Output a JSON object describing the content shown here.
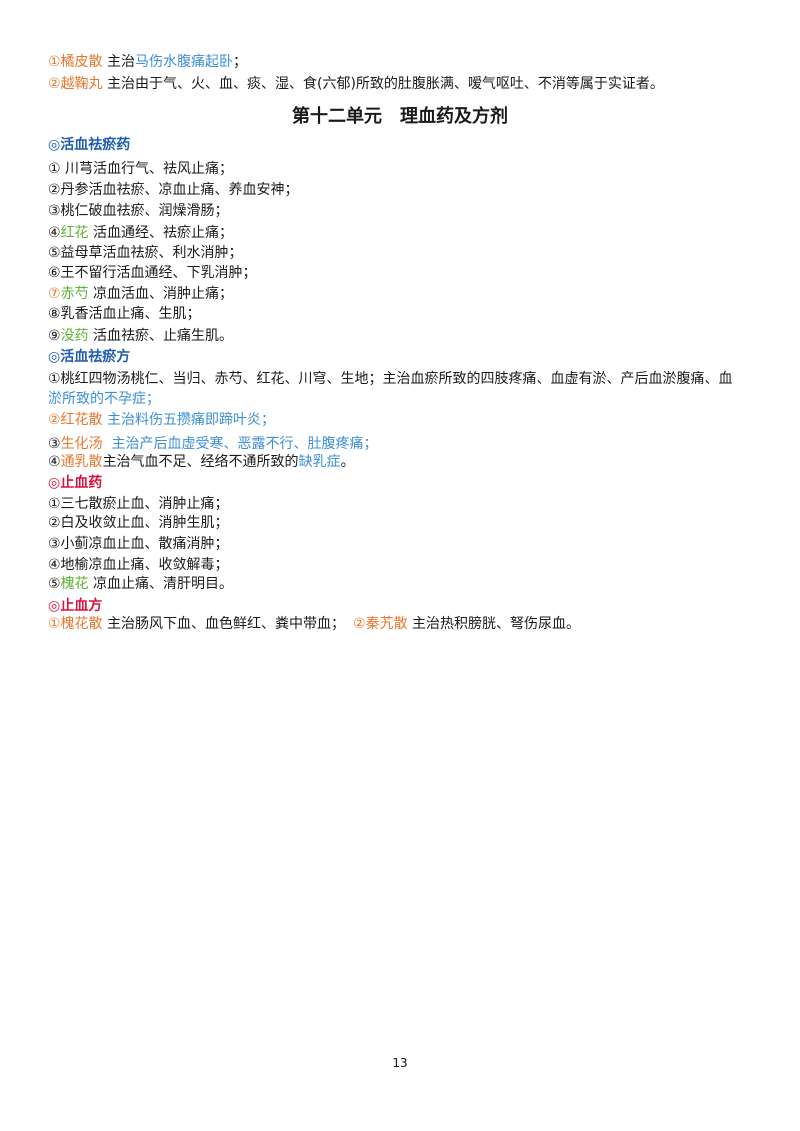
{
  "colors": {
    "formula_name": "#E8772E",
    "indication": "#3B8EDB",
    "herb_name": "#5CB132",
    "heading_blood": "#1E5CB3",
    "heading_hemostatic": "#D6133E",
    "body_text": "#1A1A1A"
  },
  "prev_unit": {
    "items": [
      {
        "name": "①橘皮散",
        "lead": " 主治",
        "indication": "马伤水腹痛起卧",
        "end": "；"
      },
      {
        "name": "②越鞠丸",
        "text": " 主治由于气、火、血、痰、湿、食(六郁)所致的肚腹胀满、嗳气呕吐、不消等属于实证者。"
      }
    ]
  },
  "unit_title": "第十二单元　理血药及方剂",
  "blood_activating_herbs": {
    "heading": "◎活血祛瘀药",
    "items": [
      {
        "text": "① 川芎活血行气、祛风止痛；"
      },
      {
        "text": "②丹参活血祛瘀、凉血止痛、养血安神；"
      },
      {
        "text": "③桃仁破血祛瘀、润燥滑肠；"
      },
      {
        "num": "④",
        "herb": "红花",
        "text": " 活血通经、祛瘀止痛；"
      },
      {
        "text": "⑤益母草活血祛瘀、利水消肿；"
      },
      {
        "text": "⑥王不留行活血通经、下乳消肿；"
      },
      {
        "num": "⑦",
        "herb": "赤芍",
        "text": " 凉血活血、消肿止痛；"
      },
      {
        "text": "⑧乳香活血止痛、生肌；"
      },
      {
        "num": "⑨",
        "herb": "没药",
        "text": " 活血祛瘀、止痛生肌。"
      }
    ]
  },
  "blood_activating_formulas": {
    "heading": "◎活血祛瘀方",
    "items": [
      {
        "text": "①桃红四物汤桃仁、当归、赤芍、红花、川穹、生地；主治血瘀所致的四肢疼痛、血虚有淤、产后血淤腹痛、血",
        "continuation": "淤所致的不孕症；"
      },
      {
        "name": "②红花散",
        "indication": " 主治料伤五攒痛即蹄叶炎；"
      },
      {
        "num": "③",
        "name": "生化汤",
        "indication": "  主治产后血虚受寒、恶露不行、肚腹疼痛；"
      },
      {
        "num": "④",
        "name": "通乳散",
        "text": "主治气血不足、经络不通所致的",
        "indication": "缺乳症",
        "end": "。"
      }
    ]
  },
  "hemostatic_herbs": {
    "heading": "◎止血药",
    "items": [
      {
        "text": "①三七散瘀止血、消肿止痛；"
      },
      {
        "text": "②白及收敛止血、消肿生肌；"
      },
      {
        "text": "③小蓟凉血止血、散痛消肿；"
      },
      {
        "text": "④地榆凉血止痛、收敛解毒；"
      },
      {
        "num": "⑤",
        "herb": "槐花",
        "text": " 凉血止痛、清肝明目。"
      }
    ]
  },
  "hemostatic_formulas": {
    "heading": "◎止血方",
    "items": [
      {
        "name": "①槐花散",
        "text": " 主治肠风下血、血色鲜红、粪中带血；"
      },
      {
        "name": "②秦艽散",
        "text": " 主治热积膀胱、弩伤尿血。"
      }
    ]
  },
  "page_number": "13"
}
